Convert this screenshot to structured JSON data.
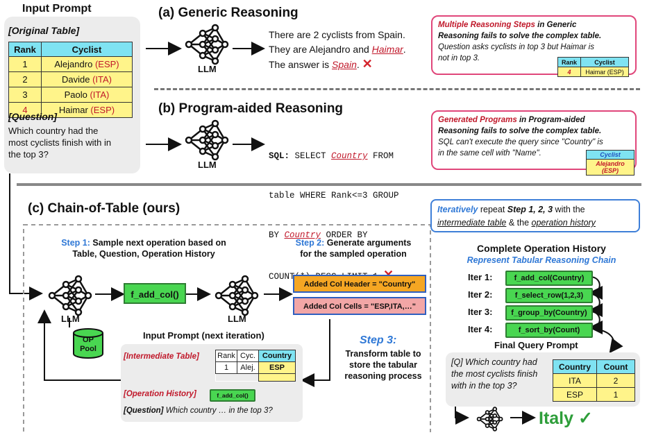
{
  "input_prompt": {
    "title": "Input Prompt",
    "table_label": "[Original Table]",
    "headers": [
      "Rank",
      "Cyclist"
    ],
    "rows": [
      {
        "rank": "1",
        "name": "Alejandro",
        "country": "(ESP)"
      },
      {
        "rank": "2",
        "name": "Davide",
        "country": "(ITA)"
      },
      {
        "rank": "3",
        "name": "Paolo",
        "country": "(ITA)"
      },
      {
        "rank": "4",
        "name": "Haimar",
        "country": "(ESP)"
      }
    ],
    "question_label": "[Question]",
    "question_lines": [
      "Which country had the",
      "most cyclists finish with in",
      "the top 3?"
    ]
  },
  "generic": {
    "title": "(a) Generic Reasoning",
    "llm": "LLM",
    "line1": "There are 2 cyclists from Spain.",
    "line2_pre": "They are Alejandro and ",
    "line2_em": "Haimar",
    "line2_post": ".",
    "line3_pre": "The answer is ",
    "line3_em": "Spain",
    "line3_post": ".",
    "xmark": "✕",
    "callout": {
      "l1_red": "Multiple Reasoning Steps",
      "l1_rest": " in Generic",
      "l2": "Reasoning fails to solve the complex table.",
      "l3": "Question asks cyclists in top 3 but Haimar is",
      "l4": "not in top 3.",
      "mini_headers": [
        "Rank",
        "Cyclist"
      ],
      "mini_row": [
        "4",
        "Haimar (ESP)"
      ]
    }
  },
  "program": {
    "title": "(b) Program-aided Reasoning",
    "llm": "LLM",
    "sql_label": "SQL:",
    "sql_l1_a": " SELECT ",
    "sql_l1_em": "Country",
    "sql_l1_b": " FROM",
    "sql_l2": "table WHERE Rank<=3 GROUP",
    "sql_l3_a": "BY ",
    "sql_l3_em": "Country",
    "sql_l3_b": " ORDER BY",
    "sql_l4": "COUNT(*) DESC LIMIT 1",
    "xmark": "✕",
    "callout": {
      "l1_red": "Generated Programs",
      "l1_rest": " in Program-aided",
      "l2": "Reasoning fails to solve the complex table.",
      "l3": "SQL can't execute the query since \"Country\" is",
      "l4": "in the same cell with \"Name\".",
      "mini_header": "Cyclist",
      "mini_cell": "Alejandro (ESP)"
    }
  },
  "chain": {
    "title": "(c) Chain-of-Table (ours)",
    "iter_note": {
      "w1": "Iteratively",
      "w2": " repeat ",
      "w3": "Step 1, 2, 3",
      "w4": " with the",
      "w5": "intermediate table",
      "w6": " & the ",
      "w7": "operation history"
    },
    "step1_label": "Step 1:",
    "step1_text_a": " Sample next operation based on",
    "step1_text_b": "Table, Question, Operation History",
    "step2_label": "Step 2:",
    "step2_text_a": " Generate arguments",
    "step2_text_b": "for the sampled operation",
    "llm": "LLM",
    "op_box": "f_add_col()",
    "op_pool": [
      "OP",
      "Pool"
    ],
    "arg1": "Added Col Header = \"Country\"",
    "arg2": "Added Col Cells = \"ESP,ITA,…\"",
    "step3_label": "Step 3:",
    "step3_text": [
      "Transform table to",
      "store the tabular",
      "reasoning process"
    ],
    "next_prompt": {
      "title": "Input Prompt (next iteration)",
      "inter_label": "[Intermediate Table]",
      "headers": [
        "Rank",
        "Cyc.",
        "Country"
      ],
      "row": [
        "1",
        "Alej.",
        "ESP"
      ],
      "history_label": "[Operation History]",
      "history_op": "f_add_col()",
      "question_label": "[Question]",
      "question": " Which country … in the top 3?"
    },
    "history": {
      "title": "Complete Operation History",
      "subtitle": "Represent Tabular Reasoning Chain",
      "iters": [
        {
          "label": "Iter 1:",
          "op": "f_add_col(Country)"
        },
        {
          "label": "Iter 2:",
          "op": "f_select_row(1,2,3)"
        },
        {
          "label": "Iter 3:",
          "op": "f_group_by(Country)"
        },
        {
          "label": "Iter 4:",
          "op": "f_sort_by(Count)"
        }
      ],
      "final_label": "Final Query Prompt"
    },
    "final": {
      "question": [
        "[Q] Which country had",
        "the most cyclists finish",
        "with in the top 3?"
      ],
      "headers": [
        "Country",
        "Count"
      ],
      "rows": [
        [
          "ITA",
          "2"
        ],
        [
          "ESP",
          "1"
        ]
      ],
      "answer": "Italy ✓"
    }
  },
  "colors": {
    "pink_border": "#e0467a",
    "blue_border": "#3e7fd8",
    "green_box": "#49d651",
    "orange_box": "#f5a623",
    "red_box": "#f2a6a6",
    "cyan_header": "#7fe3f2",
    "yellow_cell": "#fff48a",
    "answer_green": "#2e9e3a"
  }
}
